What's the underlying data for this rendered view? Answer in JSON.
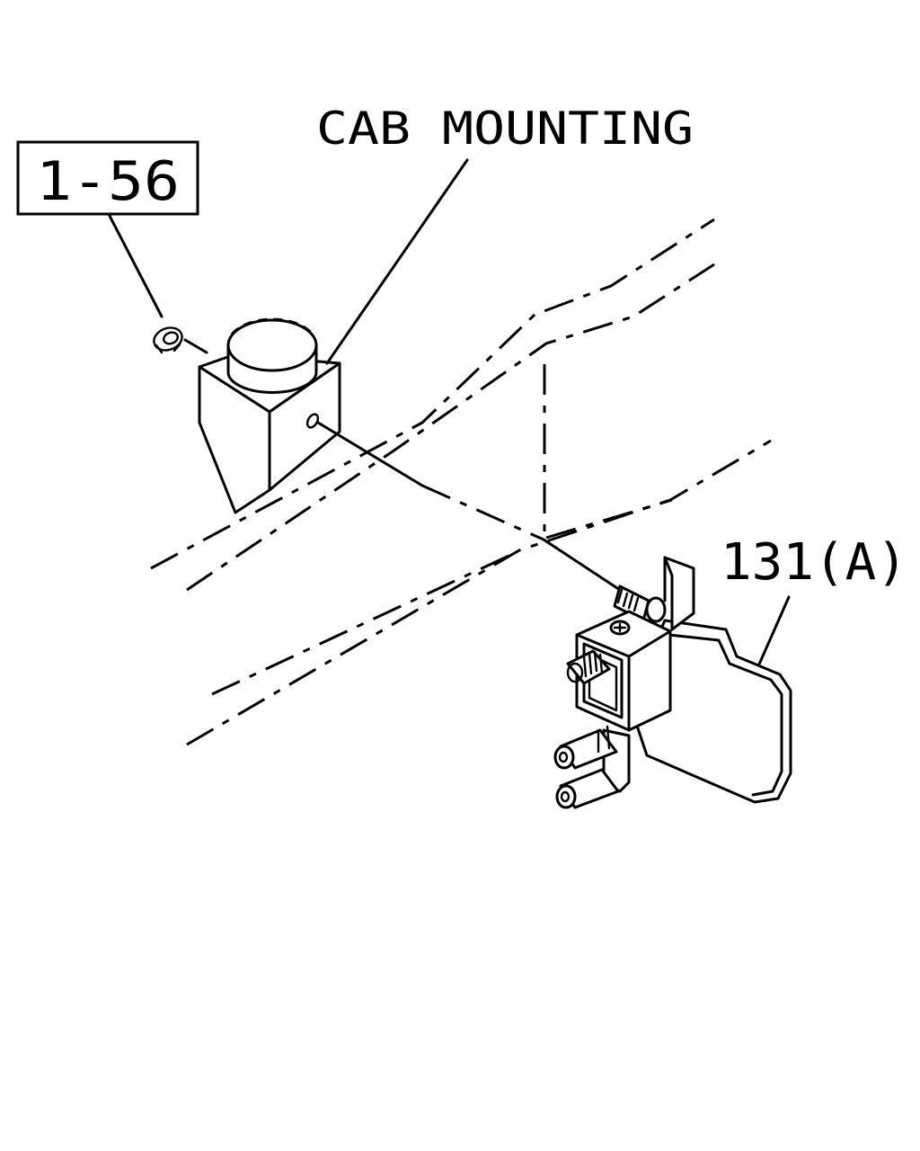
{
  "labels": {
    "cab_mounting": "CAB MOUNTING",
    "ref_box": "1-56",
    "part_number": "131(A)"
  }
}
